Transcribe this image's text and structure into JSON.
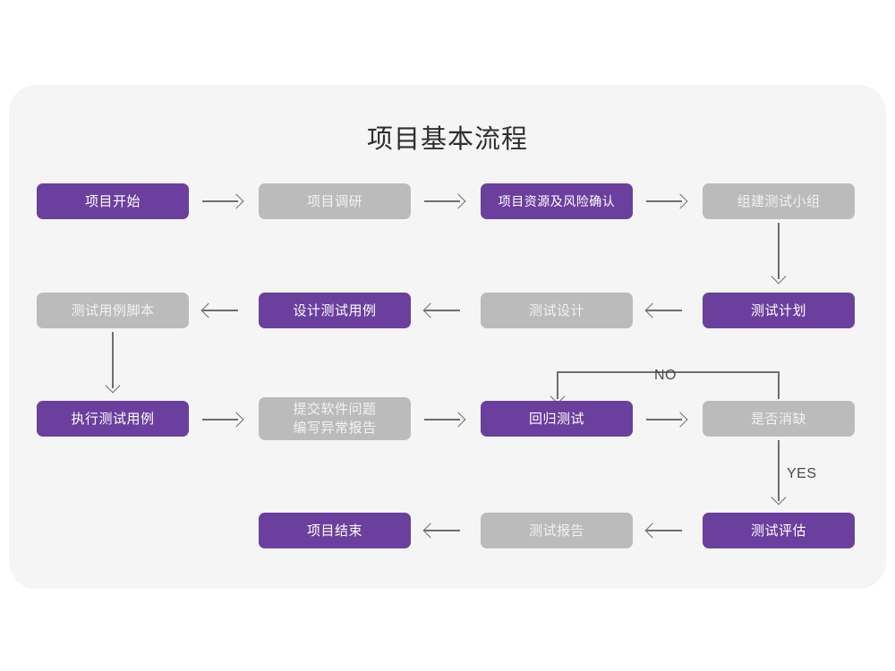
{
  "chart_data": {
    "type": "diagram",
    "title": "项目基本流程",
    "nodes": [
      {
        "id": "n1",
        "label": "项目开始",
        "style": "purple",
        "row": 1,
        "col": 1
      },
      {
        "id": "n2",
        "label": "项目调研",
        "style": "gray",
        "row": 1,
        "col": 2
      },
      {
        "id": "n3",
        "label": "项目资源及风险确认",
        "style": "purple",
        "row": 1,
        "col": 3
      },
      {
        "id": "n4",
        "label": "组建测试小组",
        "style": "gray",
        "row": 1,
        "col": 4
      },
      {
        "id": "n5",
        "label": "测试用例脚本",
        "style": "gray",
        "row": 2,
        "col": 1
      },
      {
        "id": "n6",
        "label": "设计测试用例",
        "style": "purple",
        "row": 2,
        "col": 2
      },
      {
        "id": "n7",
        "label": "测试设计",
        "style": "gray",
        "row": 2,
        "col": 3
      },
      {
        "id": "n8",
        "label": "测试计划",
        "style": "purple",
        "row": 2,
        "col": 4
      },
      {
        "id": "n9",
        "label": "执行测试用例",
        "style": "purple",
        "row": 3,
        "col": 1
      },
      {
        "id": "n10",
        "label": "提交软件问题\n编写异常报告",
        "style": "gray",
        "row": 3,
        "col": 2
      },
      {
        "id": "n11",
        "label": "回归测试",
        "style": "purple",
        "row": 3,
        "col": 3
      },
      {
        "id": "n12",
        "label": "是否消缺",
        "style": "gray",
        "row": 3,
        "col": 4
      },
      {
        "id": "n13",
        "label": "项目结束",
        "style": "purple",
        "row": 4,
        "col": 2
      },
      {
        "id": "n14",
        "label": "测试报告",
        "style": "gray",
        "row": 4,
        "col": 3
      },
      {
        "id": "n15",
        "label": "测试评估",
        "style": "purple",
        "row": 4,
        "col": 4
      }
    ],
    "edges": [
      {
        "from": "n1",
        "to": "n2",
        "direction": "right",
        "label": ""
      },
      {
        "from": "n2",
        "to": "n3",
        "direction": "right",
        "label": ""
      },
      {
        "from": "n3",
        "to": "n4",
        "direction": "right",
        "label": ""
      },
      {
        "from": "n4",
        "to": "n8",
        "direction": "down",
        "label": ""
      },
      {
        "from": "n8",
        "to": "n7",
        "direction": "left",
        "label": ""
      },
      {
        "from": "n7",
        "to": "n6",
        "direction": "left",
        "label": ""
      },
      {
        "from": "n6",
        "to": "n5",
        "direction": "left",
        "label": ""
      },
      {
        "from": "n5",
        "to": "n9",
        "direction": "down",
        "label": ""
      },
      {
        "from": "n9",
        "to": "n10",
        "direction": "right",
        "label": ""
      },
      {
        "from": "n10",
        "to": "n11",
        "direction": "right",
        "label": ""
      },
      {
        "from": "n11",
        "to": "n12",
        "direction": "right",
        "label": ""
      },
      {
        "from": "n12",
        "to": "n11",
        "direction": "loop-up-left",
        "label": "NO"
      },
      {
        "from": "n12",
        "to": "n15",
        "direction": "down",
        "label": "YES"
      },
      {
        "from": "n15",
        "to": "n14",
        "direction": "left",
        "label": ""
      },
      {
        "from": "n14",
        "to": "n13",
        "direction": "left",
        "label": ""
      }
    ],
    "labels": {
      "no": "NO",
      "yes": "YES"
    },
    "colors": {
      "accent_purple": "#6b3f9e",
      "muted_gray": "#bbbbbb",
      "panel_background": "#f5f5f5",
      "page_background": "#ffffff",
      "connector": "#6e6e6e",
      "title_text": "#2e2e2e"
    }
  }
}
